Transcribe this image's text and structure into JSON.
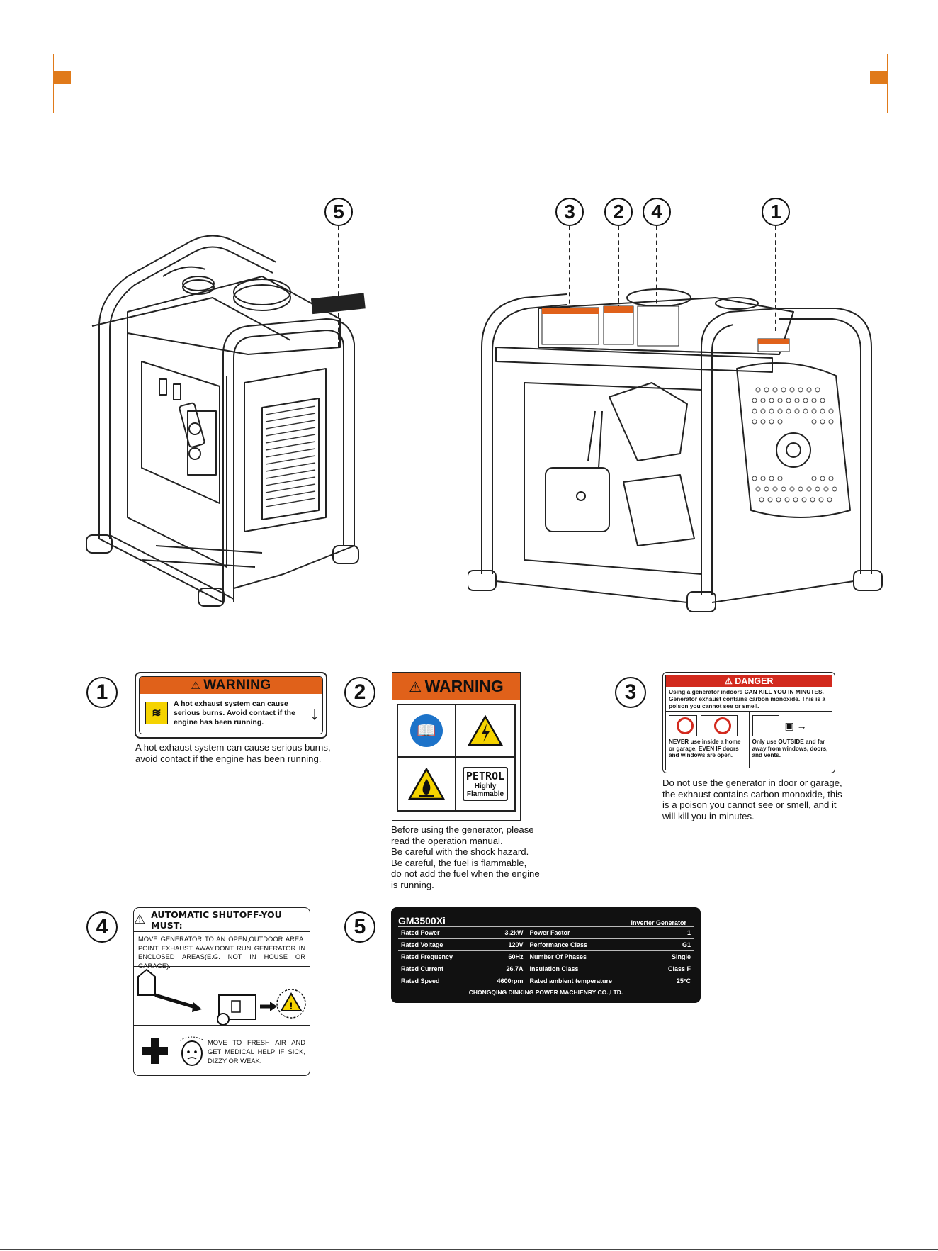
{
  "callouts_top": [
    "5",
    "3",
    "2",
    "4",
    "1"
  ],
  "label_numbers": [
    "1",
    "2",
    "3",
    "4",
    "5"
  ],
  "label1": {
    "header": "WARNING",
    "text": "A hot exhaust system can cause serious burns.   Avoid contact if the engine has been running.",
    "caption": "A hot exhaust system can cause serious burns,\navoid contact if the engine has been running."
  },
  "label2": {
    "header": "WARNING",
    "petrol": "PETROL",
    "highly": "Highly",
    "flammable": "Flammable",
    "caption": "Before using the generator, please\nread the operation manual.\nBe careful with the shock hazard.\nBe careful, the fuel is flammable,\ndo not add the fuel when the engine\nis running."
  },
  "label3": {
    "header": "DANGER",
    "line1": "Using a generator indoors CAN KILL YOU IN MINUTES.",
    "line2": "Generator exhaust contains carbon monoxide. This is a poison you cannot see or smell.",
    "never": "NEVER use inside a home or garage, EVEN IF doors and windows are open.",
    "only": "Only use OUTSIDE and far away from windows, doors, and vents.",
    "caption": "Do not use the generator in door or garage,\nthe exhaust contains carbon monoxide, this\nis a poison you cannot see or smell, and it\nwill kill you in minutes."
  },
  "label4": {
    "header": "AUTOMATIC SHUTOFF-YOU MUST:",
    "text1": "MOVE GENERATOR TO AN OPEN,OUTDOOR AREA. POINT EXHAUST AWAY.DONT RUN GENERATOR IN ENCLOSED AREAS(E.G. NOT IN HOUSE OR GARAGE).",
    "text2": "MOVE TO FRESH AIR AND GET MEDICAL HELP IF SICK, DIZZY OR WEAK."
  },
  "label5": {
    "model": "GM3500Xi",
    "type": "Inverter Generator",
    "rows": [
      [
        "Rated Power",
        "3.2kW",
        "Power Factor",
        "1"
      ],
      [
        "Rated Voltage",
        "120V",
        "Performance Class",
        "G1"
      ],
      [
        "Rated Frequency",
        "60Hz",
        "Number Of Phases",
        "Single"
      ],
      [
        "Rated Current",
        "26.7A",
        "Insulation Class",
        "Class F"
      ],
      [
        "Rated Speed",
        "4600rpm",
        "Rated ambient temperature",
        "25°C"
      ]
    ],
    "maker": "CHONGQING DINKING POWER MACHIENRY CO.,LTD."
  },
  "colors": {
    "accent": "#e0611a",
    "crop": "#e07a1a"
  }
}
